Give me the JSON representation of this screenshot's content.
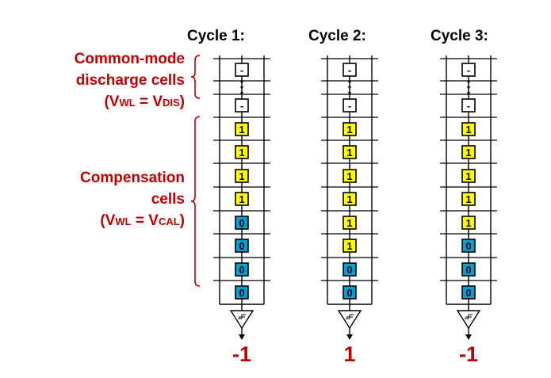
{
  "cycles": [
    {
      "title": "Cycle 1:",
      "cells": [
        "-",
        "-",
        "1",
        "1",
        "1",
        "1",
        "0",
        "0",
        "0",
        "0"
      ],
      "output": "-1"
    },
    {
      "title": "Cycle 2:",
      "cells": [
        "-",
        "-",
        "1",
        "1",
        "1",
        "1",
        "1",
        "1",
        "0",
        "0"
      ],
      "output": "1"
    },
    {
      "title": "Cycle 3:",
      "cells": [
        "-",
        "-",
        "1",
        "1",
        "1",
        "1",
        "1",
        "0",
        "0",
        "0"
      ],
      "output": "-1"
    }
  ],
  "labels": {
    "common_mode": {
      "line1": "Common-mode",
      "line2": "discharge cells",
      "eq_open": "(V",
      "eq_sub1": "WL",
      "eq_mid": " = V",
      "eq_sub2": "DIS",
      "eq_close": ")"
    },
    "compensation": {
      "line1": "Compensation",
      "line2": "cells",
      "eq_open": "(V",
      "eq_sub1": "WL",
      "eq_mid": " = V",
      "eq_sub2": "CAL",
      "eq_close": ")"
    }
  },
  "colors": {
    "label_red": "#c00000",
    "cell_one": "#ffff00",
    "cell_zero": "#00a0d6",
    "cell_dash": "#ffffff",
    "line": "#000000"
  },
  "icons": {
    "comparator": "comparator-triangle-icon",
    "arrow": "arrow-down-icon",
    "ellipsis": "vertical-ellipsis-icon"
  }
}
